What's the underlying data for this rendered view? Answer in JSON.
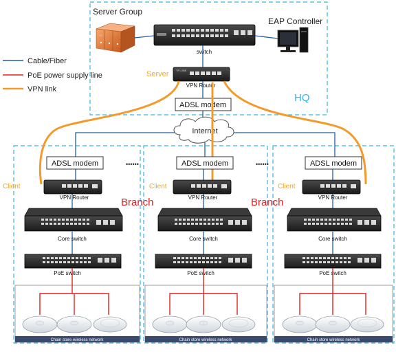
{
  "hq": {
    "group_label": "Server Group",
    "eap_label": "EAP Controller",
    "switch_label": "switch",
    "server_role": "Server",
    "router_label": "VPN Router",
    "adsl_label": "ADSL modem",
    "site_label": "HQ",
    "device_brand": "TP-LINK"
  },
  "internet_label": "Internet",
  "legend": [
    {
      "label": "Cable/Fiber",
      "color": "#1f5f9f"
    },
    {
      "label": "PoE power supply line",
      "color": "#e02020"
    },
    {
      "label": "VPN link",
      "color": "#f39a2b"
    }
  ],
  "ellipsis": "••••••",
  "branches": [
    {
      "adsl": "ADSL modem",
      "role": "Client",
      "router": "VPN Router",
      "core": "Core switch",
      "poe": "PoE switch",
      "wireless": "Chain store wireless network",
      "branch_label": ""
    },
    {
      "adsl": "ADSL modem",
      "role": "Client",
      "router": "VPN Router",
      "core": "Core switch",
      "poe": "PoE switch",
      "wireless": "Chain store wireless network",
      "branch_label": "Branch"
    },
    {
      "adsl": "ADSL modem",
      "role": "Client",
      "router": "VPN Router",
      "core": "Core switch",
      "poe": "PoE switch",
      "wireless": "Chain store wireless network",
      "branch_label": "Branch"
    }
  ],
  "colors": {
    "cable": "#1f5f9f",
    "poe": "#e02020",
    "vpn": "#f39a2b",
    "dashed_box": "#3ab0e2",
    "role_text": "#f0a830",
    "branch_text": "#e02020",
    "footer_bar": "#3a4a6e"
  }
}
